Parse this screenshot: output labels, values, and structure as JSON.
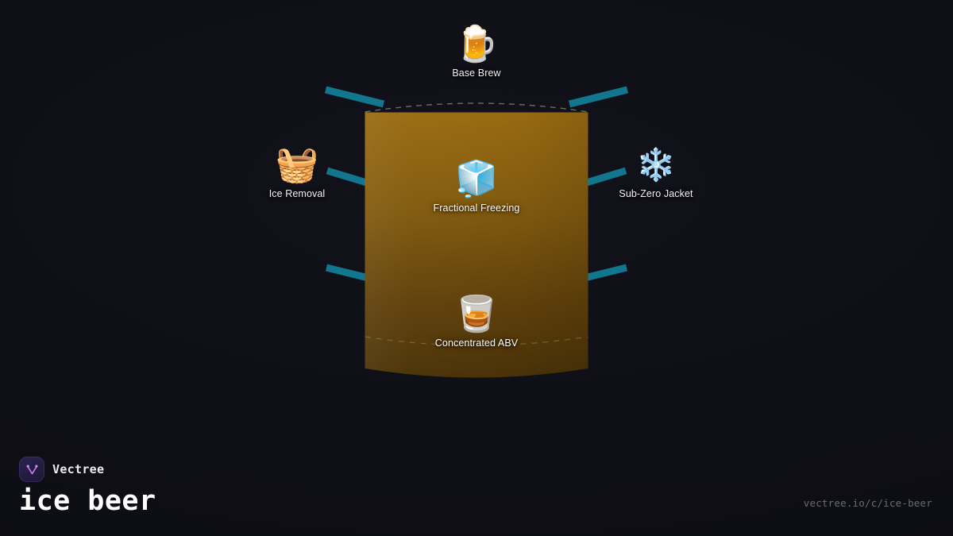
{
  "background": {
    "color": "#0e0e15"
  },
  "graph": {
    "fill_shape": {
      "name": "glass-fill-shape",
      "color_top": "#9a6c12",
      "color_bottom": "#4a3208",
      "dash_color": "#a99a78"
    },
    "connector_color": "#12768f",
    "nodes": [
      {
        "id": "base-brew",
        "icon": "🍺",
        "icon_name": "beer-mug-icon",
        "label": "Base Brew"
      },
      {
        "id": "ice-removal",
        "icon": "🧺",
        "icon_name": "basket-icon",
        "label": "Ice Removal"
      },
      {
        "id": "sub-zero-jacket",
        "icon": "❄️",
        "icon_name": "snowflake-icon",
        "label": "Sub-Zero Jacket"
      },
      {
        "id": "fractional-freezing",
        "icon": "🧊",
        "icon_name": "ice-cube-icon",
        "label": "Fractional Freezing"
      },
      {
        "id": "concentrated-abv",
        "icon": "🥃",
        "icon_name": "tumbler-glass-icon",
        "label": "Concentrated ABV"
      }
    ]
  },
  "footer": {
    "brand_name": "Vectree",
    "title": "ice beer",
    "url": "vectree.io/c/ice-beer",
    "logo_accent": "#c87ae8"
  }
}
